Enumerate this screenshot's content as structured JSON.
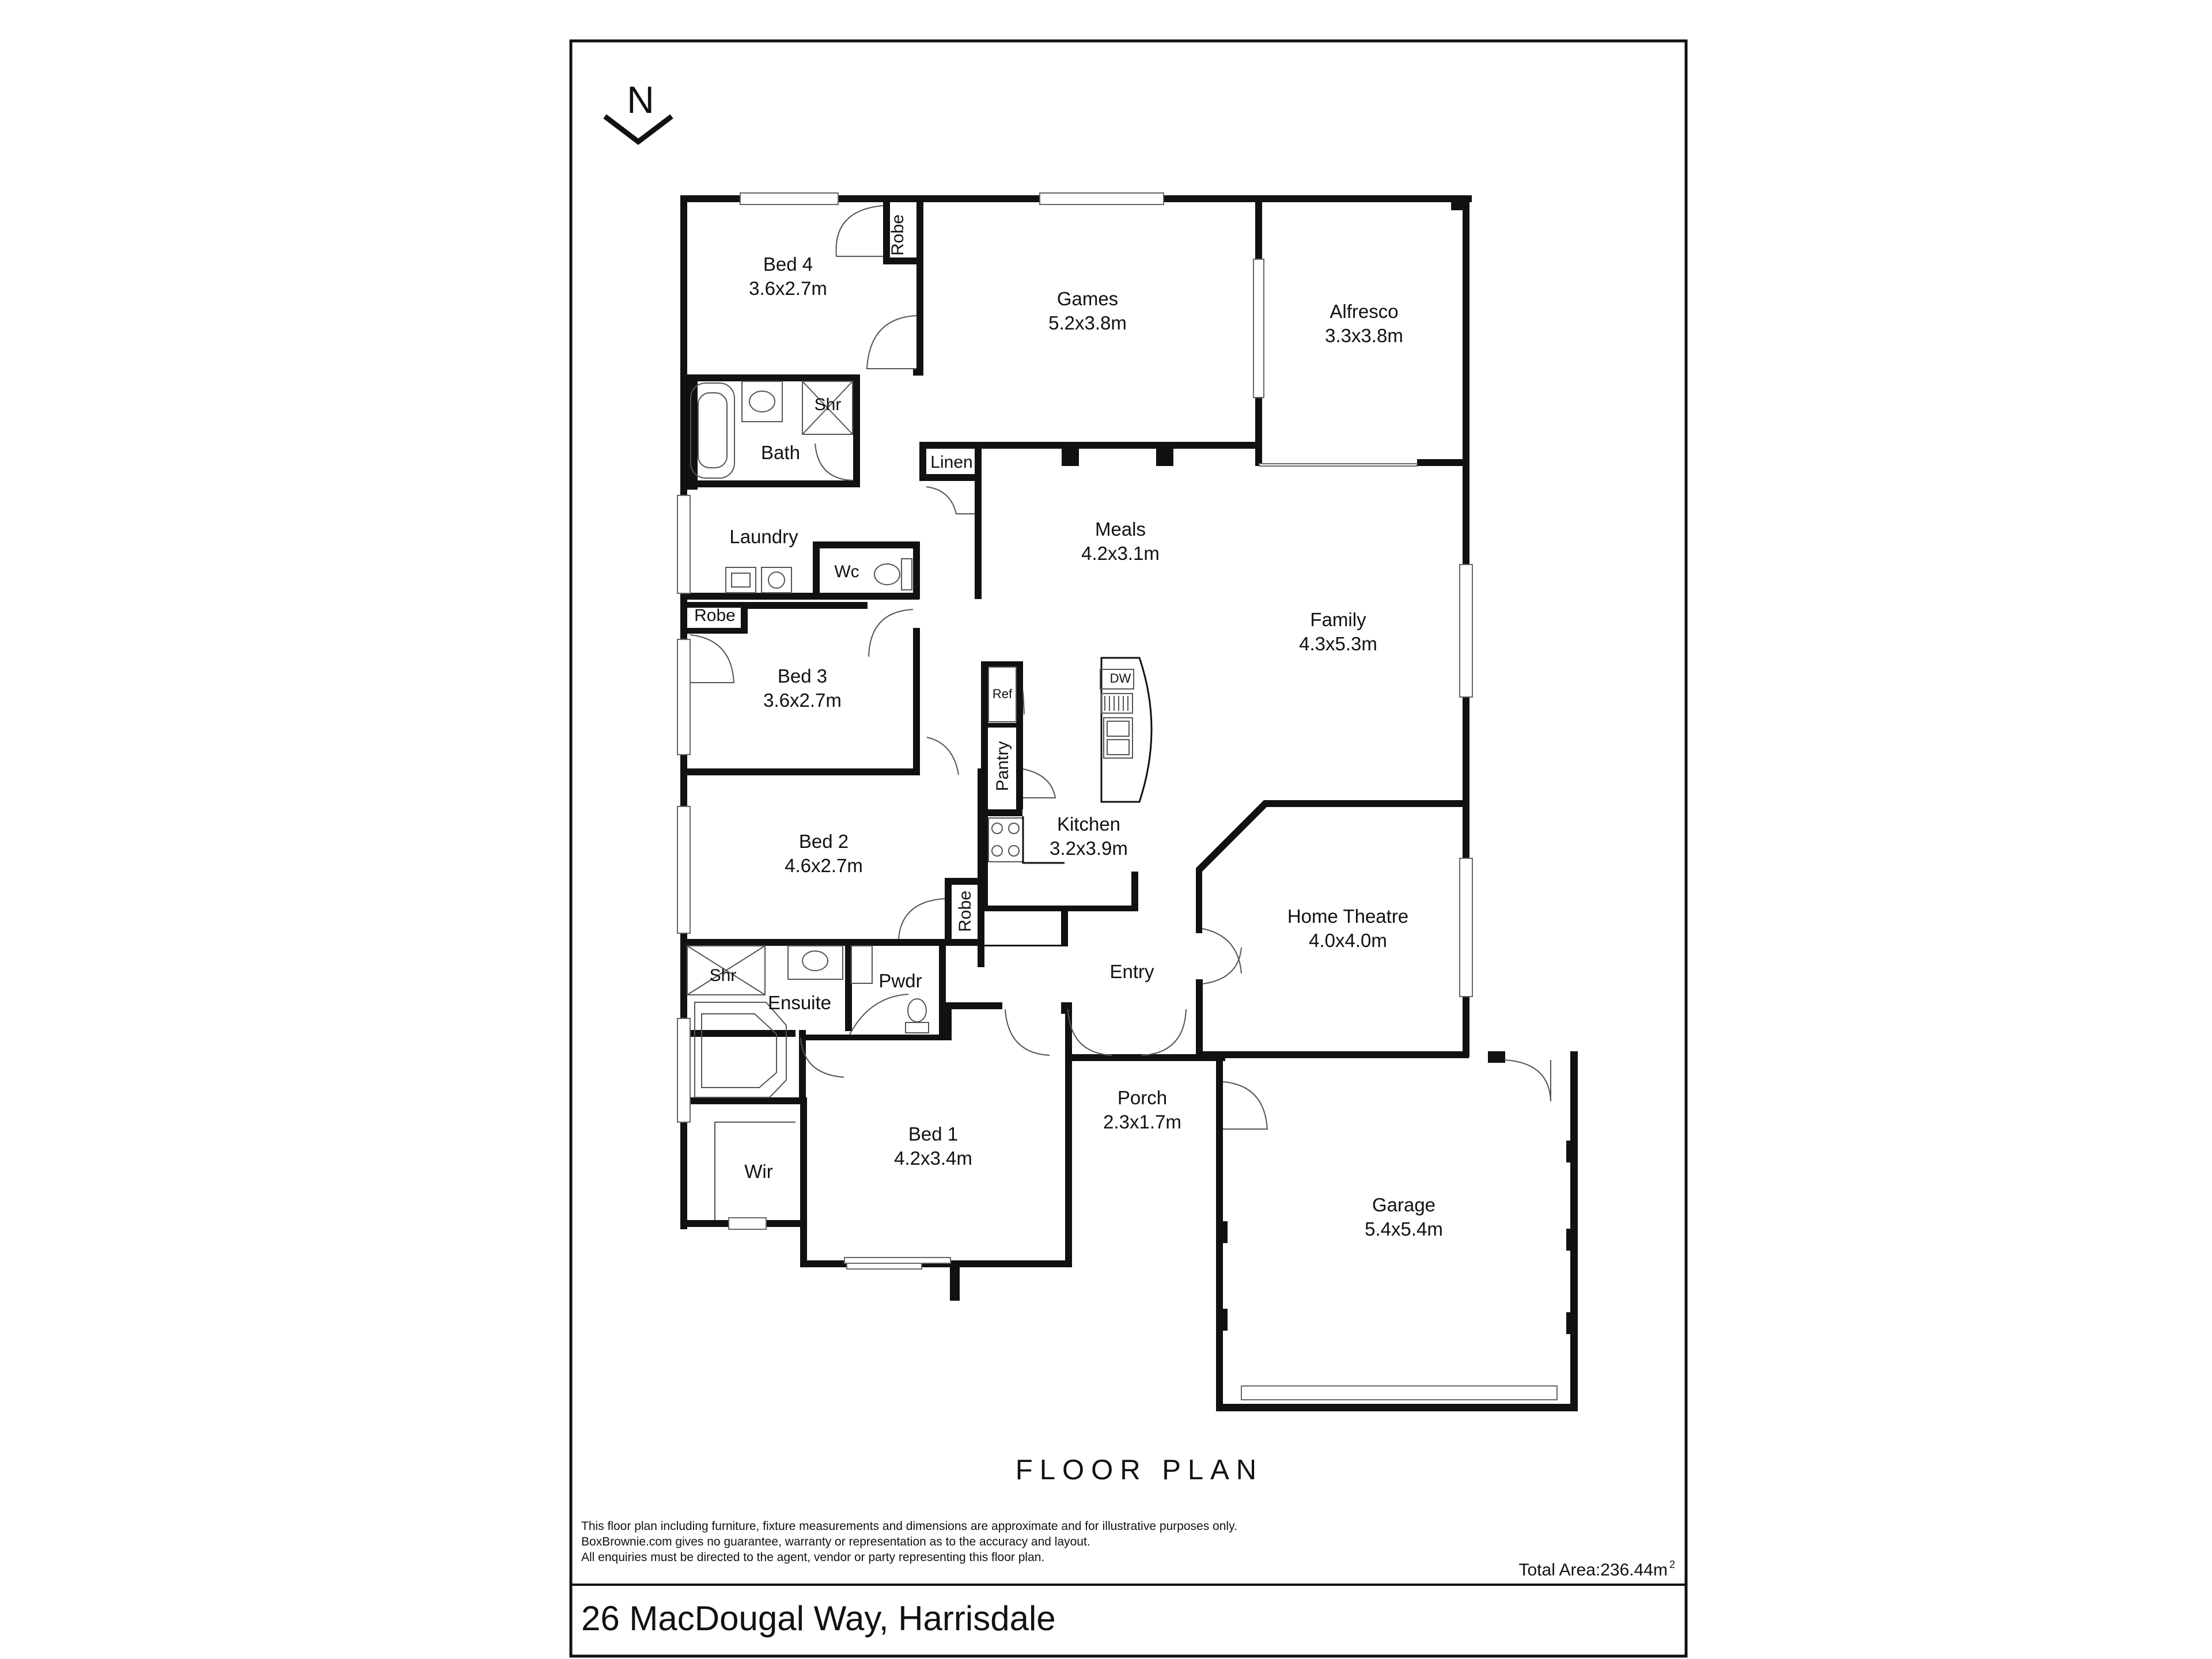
{
  "compass": {
    "letter": "N"
  },
  "rooms": {
    "bed4": {
      "name": "Bed 4",
      "dims": "3.6x2.7m"
    },
    "games": {
      "name": "Games",
      "dims": "5.2x3.8m"
    },
    "alfresco": {
      "name": "Alfresco",
      "dims": "3.3x3.8m"
    },
    "bath": {
      "name": "Bath"
    },
    "shr_bath": {
      "name": "Shr"
    },
    "robe_bed4": {
      "name": "Robe"
    },
    "linen": {
      "name": "Linen"
    },
    "laundry": {
      "name": "Laundry"
    },
    "wc": {
      "name": "Wc"
    },
    "meals": {
      "name": "Meals",
      "dims": "4.2x3.1m"
    },
    "family": {
      "name": "Family",
      "dims": "4.3x5.3m"
    },
    "robe_bed3": {
      "name": "Robe"
    },
    "bed3": {
      "name": "Bed 3",
      "dims": "3.6x2.7m"
    },
    "ref": {
      "name": "Ref"
    },
    "dw": {
      "name": "DW"
    },
    "pantry": {
      "name": "Pantry"
    },
    "kitchen": {
      "name": "Kitchen",
      "dims": "3.2x3.9m"
    },
    "bed2": {
      "name": "Bed 2",
      "dims": "4.6x2.7m"
    },
    "robe_bed2": {
      "name": "Robe"
    },
    "home_theatre": {
      "name": "Home Theatre",
      "dims": "4.0x4.0m"
    },
    "shr_ensuite": {
      "name": "Shr"
    },
    "ensuite": {
      "name": "Ensuite"
    },
    "pwdr": {
      "name": "Pwdr"
    },
    "entry": {
      "name": "Entry"
    },
    "porch": {
      "name": "Porch",
      "dims": "2.3x1.7m"
    },
    "wir": {
      "name": "Wir"
    },
    "bed1": {
      "name": "Bed 1",
      "dims": "4.2x3.4m"
    },
    "garage": {
      "name": "Garage",
      "dims": "5.4x5.4m"
    }
  },
  "plan_title": "FLOOR PLAN",
  "disclaimer": [
    "This floor plan including furniture, fixture measurements and dimensions are approximate and for illustrative purposes only.",
    "BoxBrownie.com gives no guarantee, warranty or representation as to the accuracy and layout.",
    "All enquiries must be directed to the agent, vendor or party representing this floor plan."
  ],
  "total_area": {
    "label": "Total Area:236.44m",
    "superscript": "2"
  },
  "address": "26 MacDougal Way, Harrisdale"
}
